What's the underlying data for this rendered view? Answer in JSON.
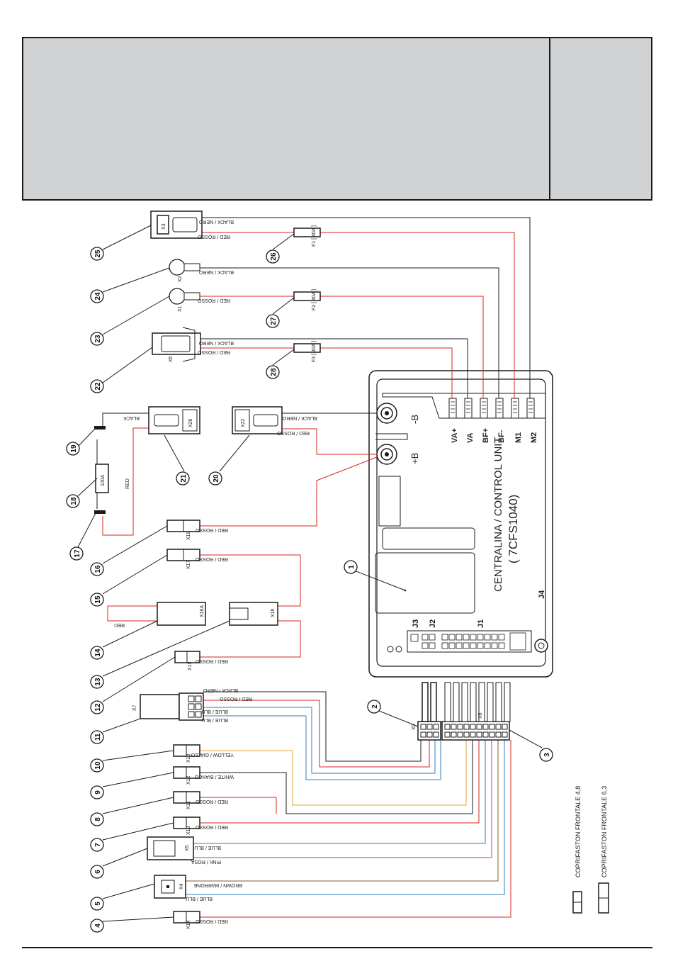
{
  "control_unit": {
    "title": "CENTRALINA / CONTROL UNIT",
    "model": "( 7CFS1040)",
    "pins": [
      "VA+",
      "VA",
      "BF+",
      "BF-",
      "M1",
      "M2"
    ],
    "terminal_neg": "-B",
    "terminal_pos": "+B",
    "connectors": [
      "J1",
      "J2",
      "J3",
      "J4"
    ]
  },
  "components": {
    "x3": "X3",
    "x2": "X2",
    "x1": "X1",
    "x6": "X6",
    "x26": "X26",
    "x22": "X22",
    "fuse_100a": "100A",
    "x18": "X18",
    "x17": "X17",
    "x16a": "X16A",
    "x16": "X16",
    "x15": "X15",
    "x7": "X7",
    "x10": "X10",
    "x12": "X12",
    "x11": "X11",
    "x13": "X13",
    "x5": "X5",
    "x4": "X4",
    "x14": "X14",
    "x9": "X9",
    "x8": "X8",
    "f1": "F1 [ 40A ]",
    "f2": "F2 [ 40A ]",
    "f3": "F3 [ 30A ]"
  },
  "wire_labels": {
    "black_nero": "BLACK / NERO",
    "red_rosso": "RED / ROSSO",
    "black": "BLACK",
    "red": "RED",
    "blue_blu": "BLUE / BLU",
    "yellow_giallo": "YELLOW / GIALLO",
    "white_bianco": "WHITE / BIANCO",
    "pink_rosa": "PINK / ROSA",
    "brown_marrone": "BROWN / MARRONE"
  },
  "callouts": [
    "1",
    "2",
    "3",
    "4",
    "5",
    "6",
    "7",
    "8",
    "9",
    "10",
    "11",
    "12",
    "13",
    "14",
    "15",
    "16",
    "17",
    "18",
    "19",
    "20",
    "21",
    "22",
    "23",
    "24",
    "25",
    "26",
    "27",
    "28"
  ],
  "legend": {
    "item_48": "COPRIFASTON FRONTALE 4,8",
    "item_63": "COPRIFASTON FRONTALE 6,3"
  },
  "colors": {
    "black": "#1a1a1a",
    "red": "#d9261c",
    "blue": "#3a78b8",
    "yellow": "#e0a92a",
    "pink": "#c63a9a",
    "brown": "#8a5a2b",
    "header": "#d1d2d4"
  }
}
